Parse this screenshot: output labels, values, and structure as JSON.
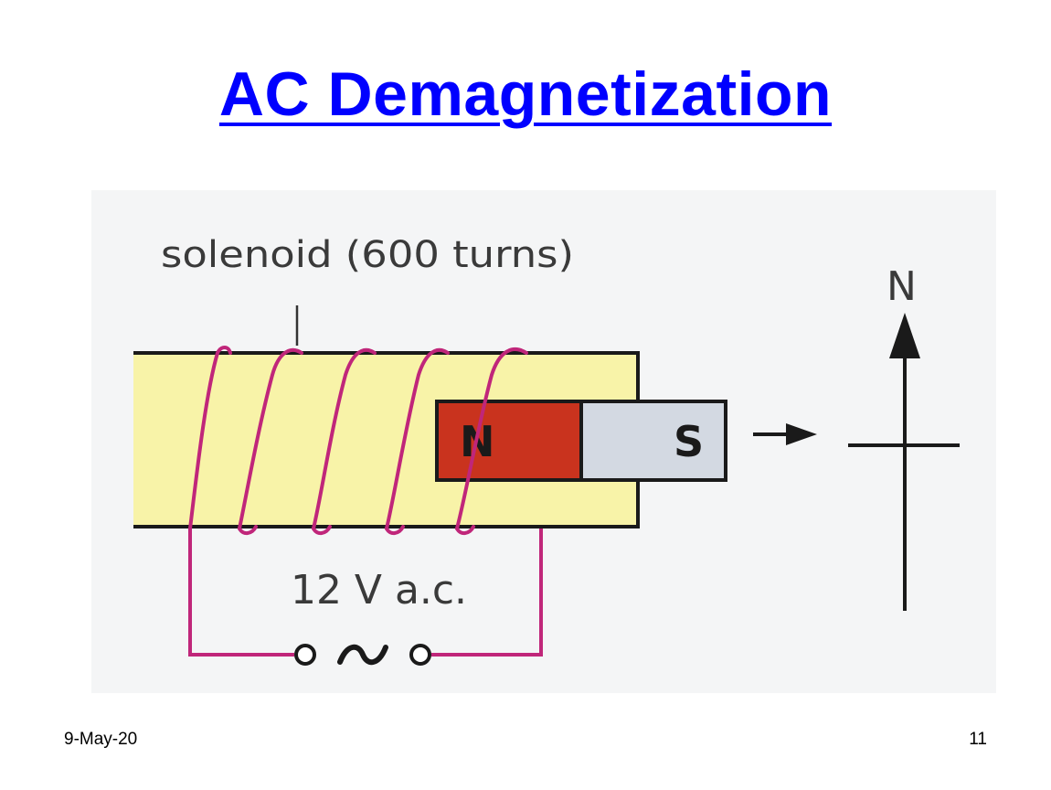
{
  "slide": {
    "title": "AC Demagnetization",
    "date": "9-May-20",
    "page_number": "11"
  },
  "diagram": {
    "solenoid_label": "solenoid (600 turns)",
    "magnet_north_label": "N",
    "magnet_south_label": "S",
    "supply_label": "12 V a.c.",
    "ac_symbol": "~",
    "compass_north_label": "N",
    "colors": {
      "solenoid_core": "#f8f3a8",
      "coil": "#c0267a",
      "magnet_north": "#c9331e",
      "magnet_south": "#d3d9e2",
      "background": "#f4f5f6"
    }
  }
}
